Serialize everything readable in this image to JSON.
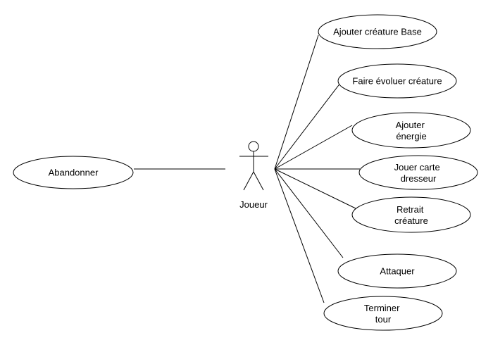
{
  "actor": {
    "name": "Joueur"
  },
  "use_cases": [
    {
      "id": "abandonner",
      "lines": [
        "Abandonner"
      ]
    },
    {
      "id": "ajouter-creature-base",
      "lines": [
        "Ajouter créature Base"
      ]
    },
    {
      "id": "faire-evoluer-creature",
      "lines": [
        "Faire évoluer créature"
      ]
    },
    {
      "id": "ajouter-energie",
      "lines": [
        "Ajouter",
        "énergie"
      ]
    },
    {
      "id": "jouer-carte-dresseur",
      "lines": [
        "Jouer carte",
        "dresseur"
      ]
    },
    {
      "id": "retrait-creature",
      "lines": [
        "Retrait",
        "créature"
      ]
    },
    {
      "id": "attaquer",
      "lines": [
        "Attaquer"
      ]
    },
    {
      "id": "terminer-tour",
      "lines": [
        "Terminer",
        "tour"
      ]
    }
  ]
}
